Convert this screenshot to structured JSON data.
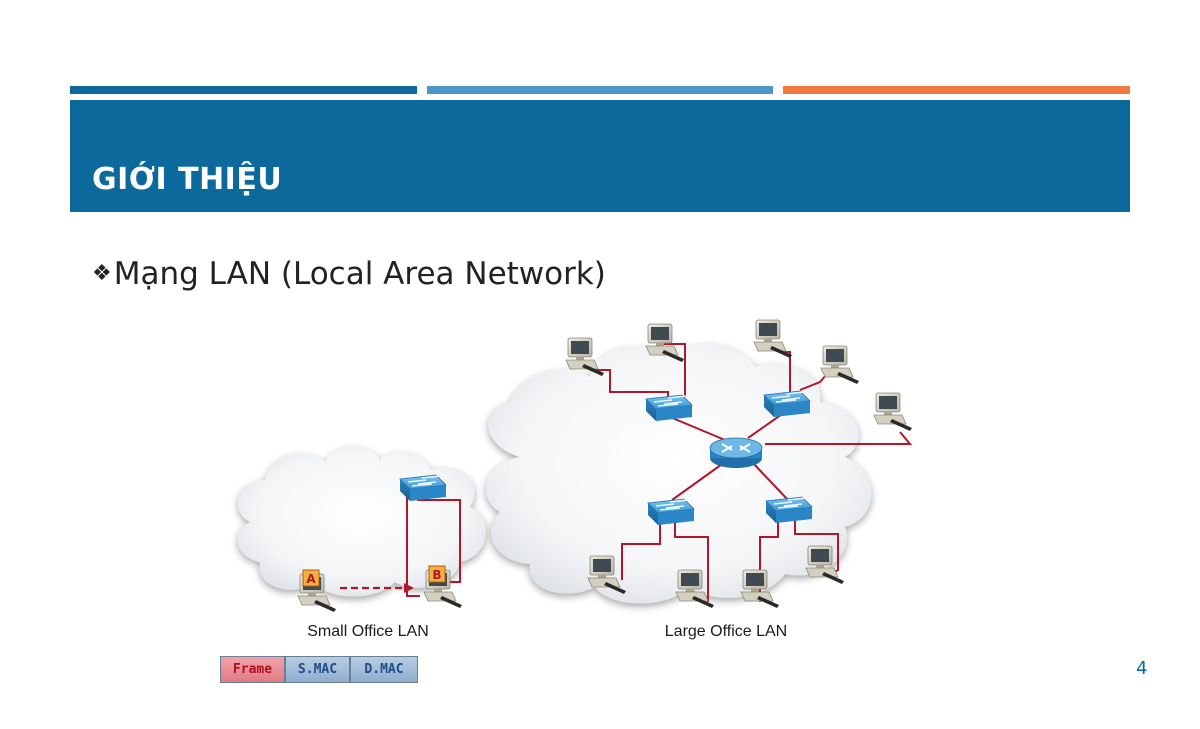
{
  "slide": {
    "title": "GIỚI THIỆU",
    "bullet_symbol": "❖",
    "bullet_text": "Mạng LAN (Local Area Network)",
    "page_number": "4"
  },
  "diagram": {
    "small_office_label": "Small Office LAN",
    "large_office_label": "Large Office LAN",
    "host_a_label": "A",
    "host_b_label": "B",
    "frame_fields": [
      "Frame",
      "S.MAC",
      "D.MAC"
    ]
  },
  "colors": {
    "header_blue": "#0b6a9b",
    "bar_light_blue": "#4a97c8",
    "bar_orange": "#f07a3c",
    "link_red": "#b0172a",
    "device_blue": "#2f8fcf"
  }
}
